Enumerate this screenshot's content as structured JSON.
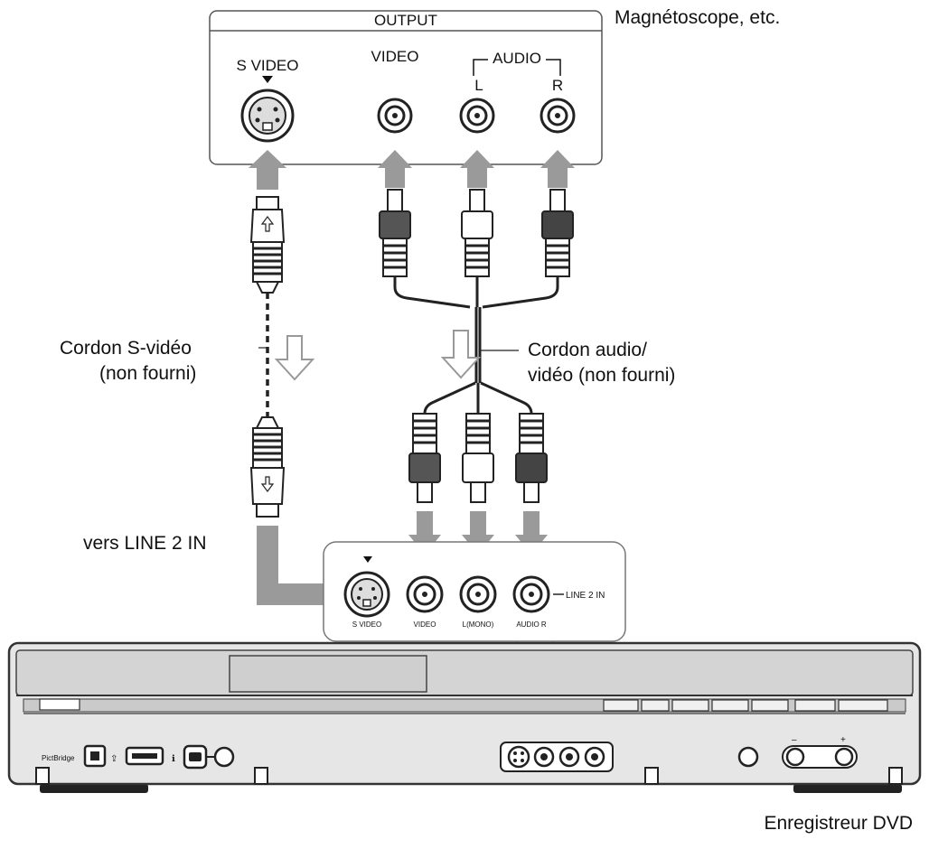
{
  "source_device": {
    "name": "Magnétoscope, etc.",
    "output_panel_title": "OUTPUT",
    "jacks": {
      "s_video": "S VIDEO",
      "video": "VIDEO",
      "audio_group": "AUDIO",
      "audio_left": "L",
      "audio_right": "R"
    }
  },
  "cables": {
    "s_video_cord": {
      "line1": "Cordon S-vidéo",
      "line2": "(non fourni)"
    },
    "av_cord": {
      "line1": "Cordon audio/",
      "line2": "vidéo (non fourni)"
    }
  },
  "connection_note": "vers LINE 2 IN",
  "recorder_panel": {
    "jacks": {
      "s_video": "S VIDEO",
      "video": "VIDEO",
      "l_mono": "L(MONO)",
      "audio_r": "AUDIO R"
    },
    "group_label": "LINE 2 IN"
  },
  "recorder_front": {
    "port_label": "PictBridge"
  },
  "target_device": {
    "name": "Enregistreur DVD"
  }
}
